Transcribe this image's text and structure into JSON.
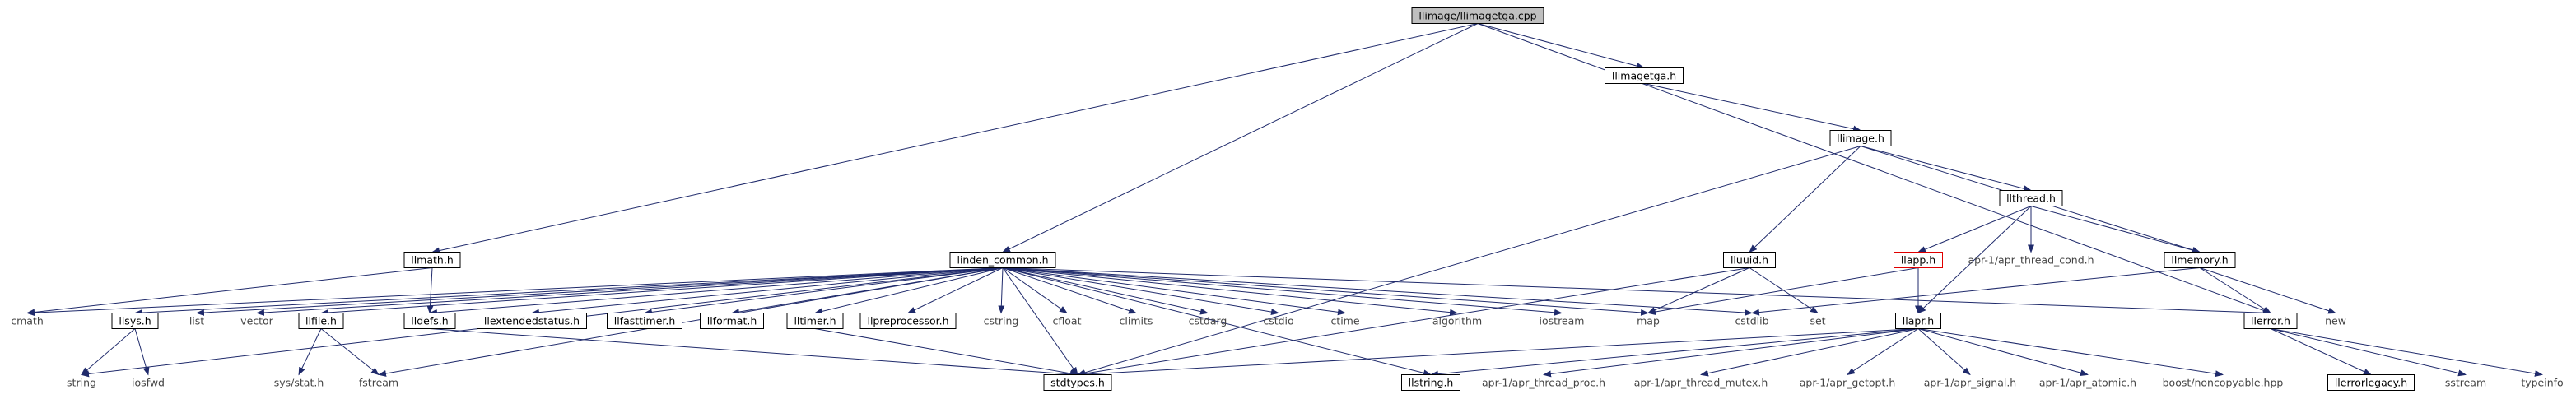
{
  "graph": {
    "nodes": [
      {
        "id": "root",
        "label": "llimage/llimagetga.cpp",
        "style": "root"
      },
      {
        "id": "llimagetga_h",
        "label": "llimagetga.h",
        "style": "box"
      },
      {
        "id": "llimage_h",
        "label": "llimage.h",
        "style": "box"
      },
      {
        "id": "llthread_h",
        "label": "llthread.h",
        "style": "box"
      },
      {
        "id": "llmath_h",
        "label": "llmath.h",
        "style": "box"
      },
      {
        "id": "linden_common_h",
        "label": "linden_common.h",
        "style": "box"
      },
      {
        "id": "lluuid_h",
        "label": "lluuid.h",
        "style": "box"
      },
      {
        "id": "llapp_h",
        "label": "llapp.h",
        "style": "red"
      },
      {
        "id": "apr_thread_cond",
        "label": "apr-1/apr_thread_cond.h",
        "style": "plain"
      },
      {
        "id": "llmemory_h",
        "label": "llmemory.h",
        "style": "box"
      },
      {
        "id": "cmath",
        "label": "cmath",
        "style": "plain"
      },
      {
        "id": "llsys_h",
        "label": "llsys.h",
        "style": "box"
      },
      {
        "id": "list",
        "label": "list",
        "style": "plain"
      },
      {
        "id": "vector",
        "label": "vector",
        "style": "plain"
      },
      {
        "id": "llfile_h",
        "label": "llfile.h",
        "style": "box"
      },
      {
        "id": "lldefs_h",
        "label": "lldefs.h",
        "style": "box"
      },
      {
        "id": "llextendedstatus_h",
        "label": "llextendedstatus.h",
        "style": "box"
      },
      {
        "id": "llfasttimer_h",
        "label": "llfasttimer.h",
        "style": "box"
      },
      {
        "id": "llformat_h",
        "label": "llformat.h",
        "style": "box"
      },
      {
        "id": "lltimer_h",
        "label": "lltimer.h",
        "style": "box"
      },
      {
        "id": "llpreprocessor_h",
        "label": "llpreprocessor.h",
        "style": "box"
      },
      {
        "id": "cstring",
        "label": "cstring",
        "style": "plain"
      },
      {
        "id": "cfloat",
        "label": "cfloat",
        "style": "plain"
      },
      {
        "id": "climits",
        "label": "climits",
        "style": "plain"
      },
      {
        "id": "cstdarg",
        "label": "cstdarg",
        "style": "plain"
      },
      {
        "id": "cstdio",
        "label": "cstdio",
        "style": "plain"
      },
      {
        "id": "ctime",
        "label": "ctime",
        "style": "plain"
      },
      {
        "id": "algorithm",
        "label": "algorithm",
        "style": "plain"
      },
      {
        "id": "iostream",
        "label": "iostream",
        "style": "plain"
      },
      {
        "id": "map",
        "label": "map",
        "style": "plain"
      },
      {
        "id": "cstdlib",
        "label": "cstdlib",
        "style": "plain"
      },
      {
        "id": "set",
        "label": "set",
        "style": "plain"
      },
      {
        "id": "llapr_h",
        "label": "llapr.h",
        "style": "box"
      },
      {
        "id": "llerror_h",
        "label": "llerror.h",
        "style": "box"
      },
      {
        "id": "new",
        "label": "new",
        "style": "plain"
      },
      {
        "id": "string",
        "label": "string",
        "style": "plain"
      },
      {
        "id": "iosfwd",
        "label": "iosfwd",
        "style": "plain"
      },
      {
        "id": "sys_stat_h",
        "label": "sys/stat.h",
        "style": "plain"
      },
      {
        "id": "fstream",
        "label": "fstream",
        "style": "plain"
      },
      {
        "id": "stdtypes_h",
        "label": "stdtypes.h",
        "style": "box"
      },
      {
        "id": "llstring_h",
        "label": "llstring.h",
        "style": "box"
      },
      {
        "id": "apr_thread_proc",
        "label": "apr-1/apr_thread_proc.h",
        "style": "plain"
      },
      {
        "id": "apr_thread_mutex",
        "label": "apr-1/apr_thread_mutex.h",
        "style": "plain"
      },
      {
        "id": "apr_getopt",
        "label": "apr-1/apr_getopt.h",
        "style": "plain"
      },
      {
        "id": "apr_signal",
        "label": "apr-1/apr_signal.h",
        "style": "plain"
      },
      {
        "id": "apr_atomic",
        "label": "apr-1/apr_atomic.h",
        "style": "plain"
      },
      {
        "id": "boost_noncopyable",
        "label": "boost/noncopyable.hpp",
        "style": "plain"
      },
      {
        "id": "llerrorlegacy_h",
        "label": "llerrorlegacy.h",
        "style": "box"
      },
      {
        "id": "sstream",
        "label": "sstream",
        "style": "plain"
      },
      {
        "id": "typeinfo",
        "label": "typeinfo",
        "style": "plain"
      }
    ],
    "edges": [
      [
        "root",
        "llimagetga_h"
      ],
      [
        "root",
        "llmath_h"
      ],
      [
        "root",
        "linden_common_h"
      ],
      [
        "root",
        "llerror_h"
      ],
      [
        "llimagetga_h",
        "llimage_h"
      ],
      [
        "llimage_h",
        "llthread_h"
      ],
      [
        "llimage_h",
        "lluuid_h"
      ],
      [
        "llimage_h",
        "llmemory_h"
      ],
      [
        "llimage_h",
        "stdtypes_h"
      ],
      [
        "llthread_h",
        "llapp_h"
      ],
      [
        "llthread_h",
        "apr_thread_cond"
      ],
      [
        "llthread_h",
        "llmemory_h"
      ],
      [
        "llthread_h",
        "llapr_h"
      ],
      [
        "llmath_h",
        "cmath"
      ],
      [
        "llmath_h",
        "lldefs_h"
      ],
      [
        "linden_common_h",
        "cmath"
      ],
      [
        "linden_common_h",
        "llsys_h"
      ],
      [
        "linden_common_h",
        "list"
      ],
      [
        "linden_common_h",
        "vector"
      ],
      [
        "linden_common_h",
        "llfile_h"
      ],
      [
        "linden_common_h",
        "lldefs_h"
      ],
      [
        "linden_common_h",
        "llextendedstatus_h"
      ],
      [
        "linden_common_h",
        "llfasttimer_h"
      ],
      [
        "linden_common_h",
        "llformat_h"
      ],
      [
        "linden_common_h",
        "lltimer_h"
      ],
      [
        "linden_common_h",
        "llpreprocessor_h"
      ],
      [
        "linden_common_h",
        "cstring"
      ],
      [
        "linden_common_h",
        "cfloat"
      ],
      [
        "linden_common_h",
        "climits"
      ],
      [
        "linden_common_h",
        "cstdarg"
      ],
      [
        "linden_common_h",
        "cstdio"
      ],
      [
        "linden_common_h",
        "ctime"
      ],
      [
        "linden_common_h",
        "algorithm"
      ],
      [
        "linden_common_h",
        "iostream"
      ],
      [
        "linden_common_h",
        "map"
      ],
      [
        "linden_common_h",
        "cstdlib"
      ],
      [
        "linden_common_h",
        "llerror_h"
      ],
      [
        "linden_common_h",
        "string"
      ],
      [
        "linden_common_h",
        "fstream"
      ],
      [
        "linden_common_h",
        "stdtypes_h"
      ],
      [
        "linden_common_h",
        "llstring_h"
      ],
      [
        "lluuid_h",
        "map"
      ],
      [
        "lluuid_h",
        "set"
      ],
      [
        "lluuid_h",
        "stdtypes_h"
      ],
      [
        "llapp_h",
        "map"
      ],
      [
        "llapp_h",
        "llapr_h"
      ],
      [
        "llmemory_h",
        "cstdlib"
      ],
      [
        "llmemory_h",
        "llerror_h"
      ],
      [
        "llmemory_h",
        "new"
      ],
      [
        "llsys_h",
        "string"
      ],
      [
        "llsys_h",
        "iosfwd"
      ],
      [
        "llfile_h",
        "sys_stat_h"
      ],
      [
        "llfile_h",
        "fstream"
      ],
      [
        "lldefs_h",
        "stdtypes_h"
      ],
      [
        "lltimer_h",
        "stdtypes_h"
      ],
      [
        "llapr_h",
        "llstring_h"
      ],
      [
        "llapr_h",
        "apr_thread_proc"
      ],
      [
        "llapr_h",
        "apr_thread_mutex"
      ],
      [
        "llapr_h",
        "apr_getopt"
      ],
      [
        "llapr_h",
        "apr_signal"
      ],
      [
        "llapr_h",
        "apr_atomic"
      ],
      [
        "llapr_h",
        "boost_noncopyable"
      ],
      [
        "llapr_h",
        "stdtypes_h"
      ],
      [
        "llerror_h",
        "llerrorlegacy_h"
      ],
      [
        "llerror_h",
        "sstream"
      ],
      [
        "llerror_h",
        "typeinfo"
      ]
    ]
  }
}
